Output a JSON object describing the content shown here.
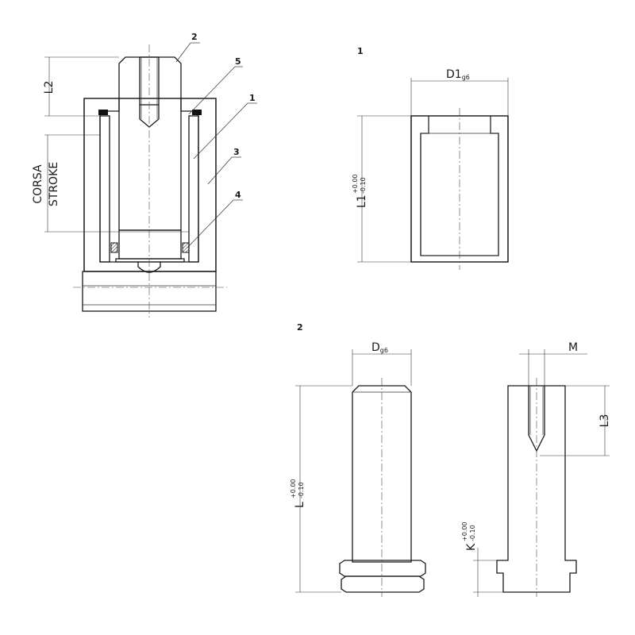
{
  "assembly": {
    "callouts": [
      "2",
      "5",
      "1",
      "3",
      "4"
    ],
    "stroke_label_it": "CORSA",
    "stroke_label_en": "STROKE",
    "dim_l2": "L2"
  },
  "part1": {
    "tag": "1",
    "diameter": "D1",
    "diameter_fit": "g6",
    "length": "L1",
    "tol_upper": "+0.00",
    "tol_lower": "-0.10"
  },
  "part2": {
    "tag": "2",
    "diameter": "D",
    "diameter_fit": "g6",
    "length": "L",
    "tol_upper": "+0.00",
    "tol_lower": "-0.10",
    "thread": "M",
    "thread_depth": "L3",
    "k_dim": "K",
    "k_tol_upper": "+0.00",
    "k_tol_lower": "-0.10"
  }
}
